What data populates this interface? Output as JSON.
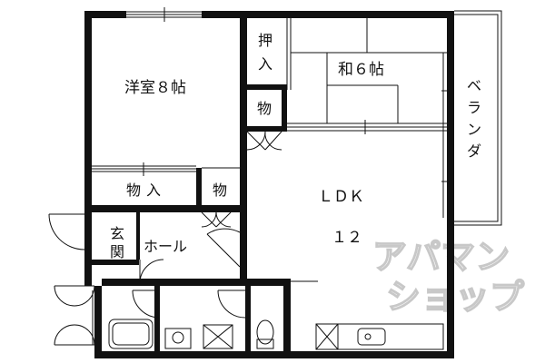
{
  "floorplan": {
    "rooms": {
      "western_room": "洋室８帖",
      "japanese_room": "和６帖",
      "ldk_name": "ＬＤＫ",
      "ldk_size": "１２",
      "oshiire_1": "押",
      "oshiire_2": "入",
      "closet_small": "物",
      "closet_mid": "物",
      "storage_1": "物",
      "storage_2": "入",
      "entrance_1": "玄",
      "entrance_2": "関",
      "hall": "ホール",
      "veranda": [
        "ベ",
        "ラ",
        "ン",
        "ダ"
      ]
    },
    "watermark": {
      "line1": "アパマン",
      "line2": "ショップ"
    }
  }
}
